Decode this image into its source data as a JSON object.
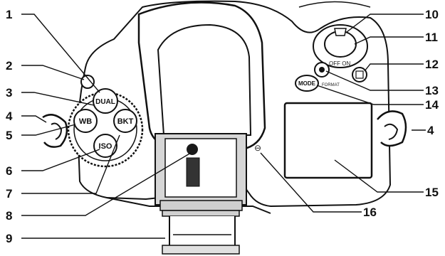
{
  "callouts": [
    "1",
    "2",
    "3",
    "4",
    "5",
    "6",
    "7",
    "8",
    "9",
    "10",
    "11",
    "12",
    "13",
    "14",
    "15",
    "16"
  ],
  "callout_4_right": "4",
  "labels": {
    "dual": "DUAL",
    "wb": "WB",
    "bkt": "BKT",
    "iso": "ISO",
    "mode": "MODE",
    "format": "FORMAT",
    "off_on": "OFF  ON",
    "mount_mark": "⊖"
  },
  "colors": {
    "ink": "#111111",
    "body_fill": "#ffffff",
    "shade": "#d9d9d9",
    "dark": "#1a1a1a"
  }
}
